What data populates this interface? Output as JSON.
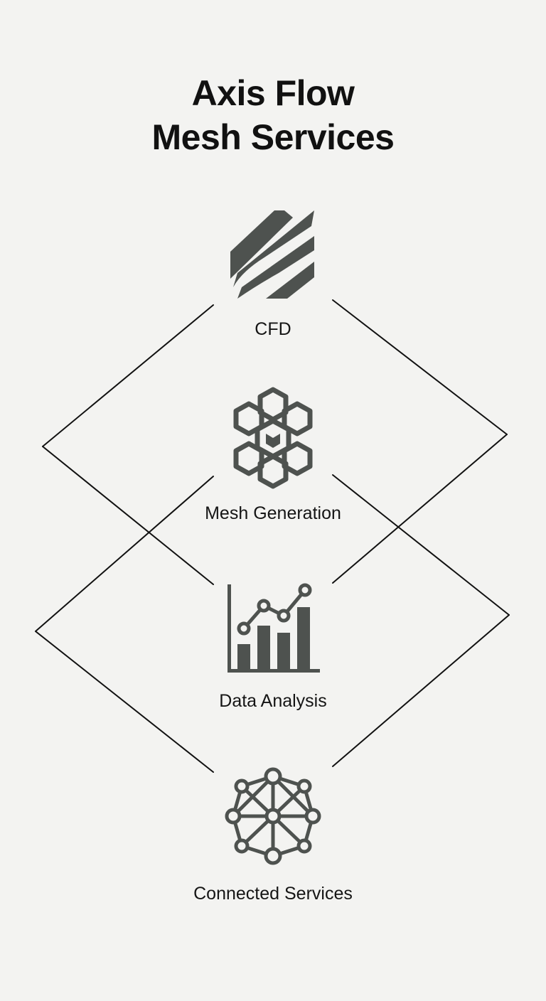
{
  "title": {
    "line1": "Axis Flow",
    "line2": "Mesh Services"
  },
  "nodes": [
    {
      "label": "CFD",
      "icon": "cfd-flow-icon"
    },
    {
      "label": "Mesh Generation",
      "icon": "hexagon-mesh-icon"
    },
    {
      "label": "Data Analysis",
      "icon": "bar-chart-icon"
    },
    {
      "label": "Connected Services",
      "icon": "network-nodes-icon"
    }
  ],
  "colors": {
    "background": "#f3f3f1",
    "icon": "#4e524f",
    "line": "#111111",
    "text": "#111111"
  }
}
